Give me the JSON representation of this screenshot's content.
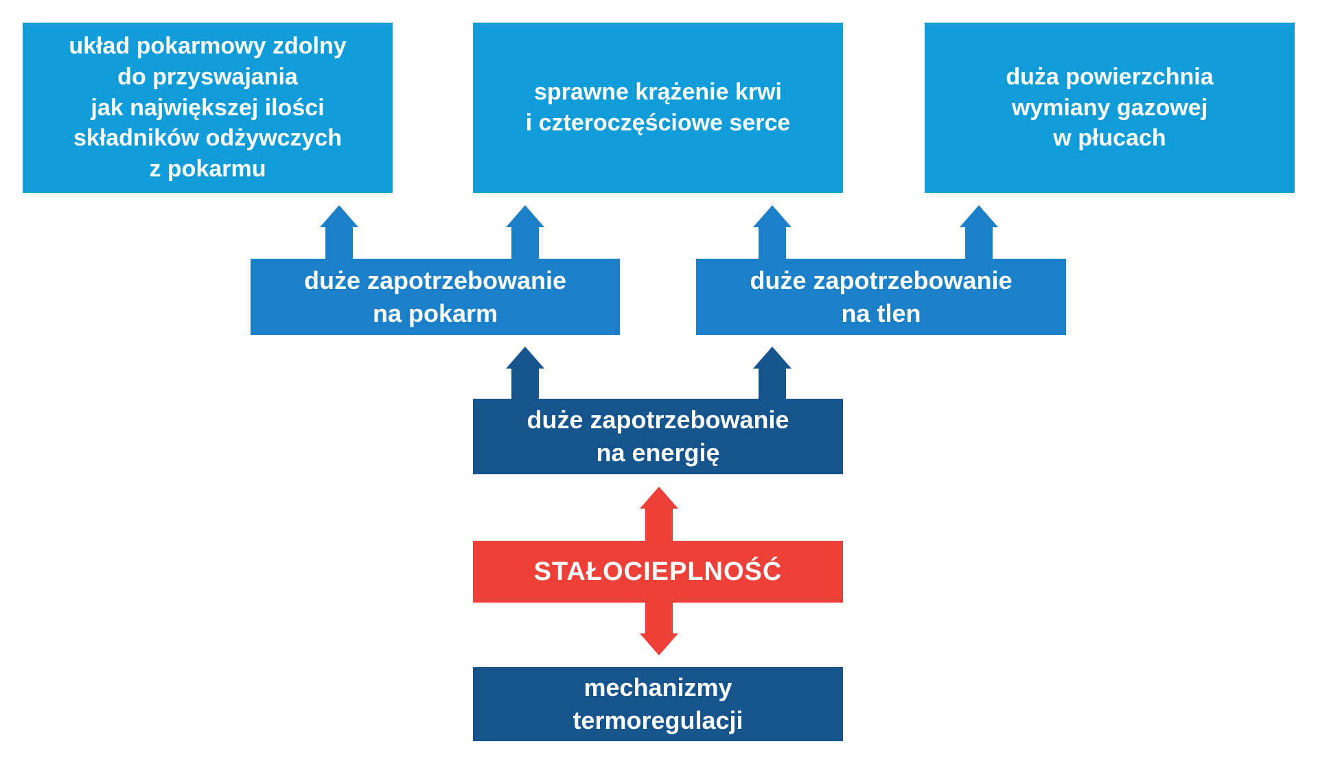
{
  "colors": {
    "light_blue": "#109CD9",
    "medium_blue": "#1B80C8",
    "dark_blue": "#16548E",
    "red": "#EC4038",
    "text": "#FFFFFF",
    "background": "#FFFFFF"
  },
  "boxes": {
    "digestive": {
      "label": "układ pokarmowy zdolny\ndo przyswajania\njak największej ilości\nskładników odżywczych\nz pokarmu"
    },
    "circulation": {
      "label": "sprawne krążenie krwi\ni czteroczęściowe serce"
    },
    "gas_exchange": {
      "label": "duża powierzchnia\nwymiany gazowej\nw płucach"
    },
    "food": {
      "label": "duże zapotrzebowanie\nna pokarm"
    },
    "oxygen": {
      "label": "duże zapotrzebowanie\nna tlen"
    },
    "energy": {
      "label": "duże zapotrzebowanie\nna energię"
    },
    "homeothermy": {
      "label": "STAŁOCIEPLNOŚĆ"
    },
    "thermoregulation": {
      "label": "mechanizmy\ntermoregulacji"
    }
  }
}
